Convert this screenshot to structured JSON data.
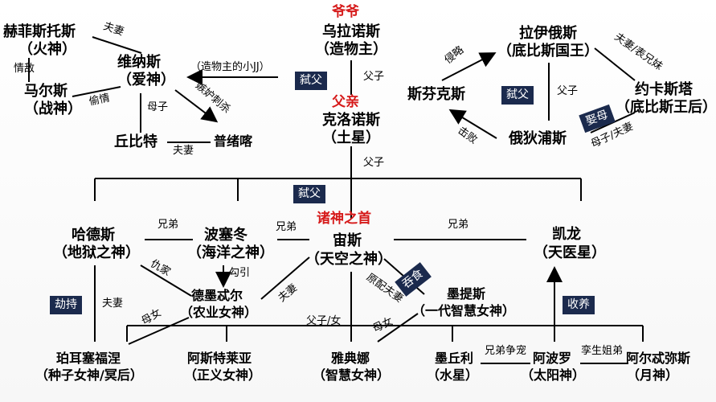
{
  "top": {
    "label": "爷爷",
    "name": "乌拉诺斯",
    "title": "（造物主）"
  },
  "father": {
    "label": "父亲",
    "name": "克洛诺斯",
    "title": "（土星）"
  },
  "hephaestus": {
    "name": "赫菲斯托斯",
    "title": "（火神）"
  },
  "ares": {
    "name": "马尔斯",
    "title": "（战神）"
  },
  "venus": {
    "name": "维纳斯",
    "title": "（爱神）"
  },
  "cupid": {
    "name": "丘比特"
  },
  "psyche": {
    "name": "普绪喀"
  },
  "laius": {
    "name": "拉伊俄斯",
    "title": "（底比斯国王）"
  },
  "sphinx": {
    "name": "斯芬克斯"
  },
  "jocasta": {
    "name": "约卡斯塔",
    "title": "（底比斯王后）"
  },
  "oedipus": {
    "name": "俄狄浦斯"
  },
  "hades": {
    "name": "哈德斯",
    "title": "（地狱之神）"
  },
  "poseidon": {
    "name": "波塞冬",
    "title": "（海洋之神）"
  },
  "zeus": {
    "label": "诸神之首",
    "name": "宙斯",
    "title": "（天空之神）"
  },
  "chiron": {
    "name": "凯龙",
    "title": "（天医星）"
  },
  "demeter": {
    "name": "德墨忒尔",
    "title": "（农业女神）"
  },
  "metis": {
    "name": "墨提斯",
    "title": "（一代智慧女神）"
  },
  "persephone": {
    "name": "珀耳塞福涅",
    "title": "（种子女神/冥后）"
  },
  "astraea": {
    "name": "阿斯特莱亚",
    "title": "（正义女神）"
  },
  "athena": {
    "name": "雅典娜",
    "title": "（智慧女神）"
  },
  "mercury": {
    "name": "墨丘利",
    "title": "（水星）"
  },
  "apollo": {
    "name": "阿波罗",
    "title": "（太阳神）"
  },
  "artemis": {
    "name": "阿尔忒弥斯",
    "title": "（月神）"
  },
  "relations": {
    "spouse": "夫妻",
    "lover": "情敌",
    "affair": "偷情",
    "mother_son": "母子",
    "creator_note": "（造物主的小JJ）",
    "jealous": "嫉妒刺杀",
    "father_son": "父子",
    "couple_siblings": "夫妻/表兄妹",
    "invade": "侵略",
    "defeat": "击败",
    "mother_son_couple": "母子/夫妻",
    "brother": "兄弟",
    "revenge": "仇家",
    "seduce": "勾引",
    "first_wife": "原配夫妻",
    "father_daughter": "父子/女",
    "mother_daughter": "母女",
    "brother_favor": "兄弟争宠",
    "twins": "孪生姐弟"
  },
  "boxes": {
    "patricide1": "弑父",
    "patricide2": "弑父",
    "patricide3": "弑父",
    "marry_mother": "娶母",
    "devour": "吞食",
    "kidnap": "劫持",
    "adopt": "收养"
  }
}
